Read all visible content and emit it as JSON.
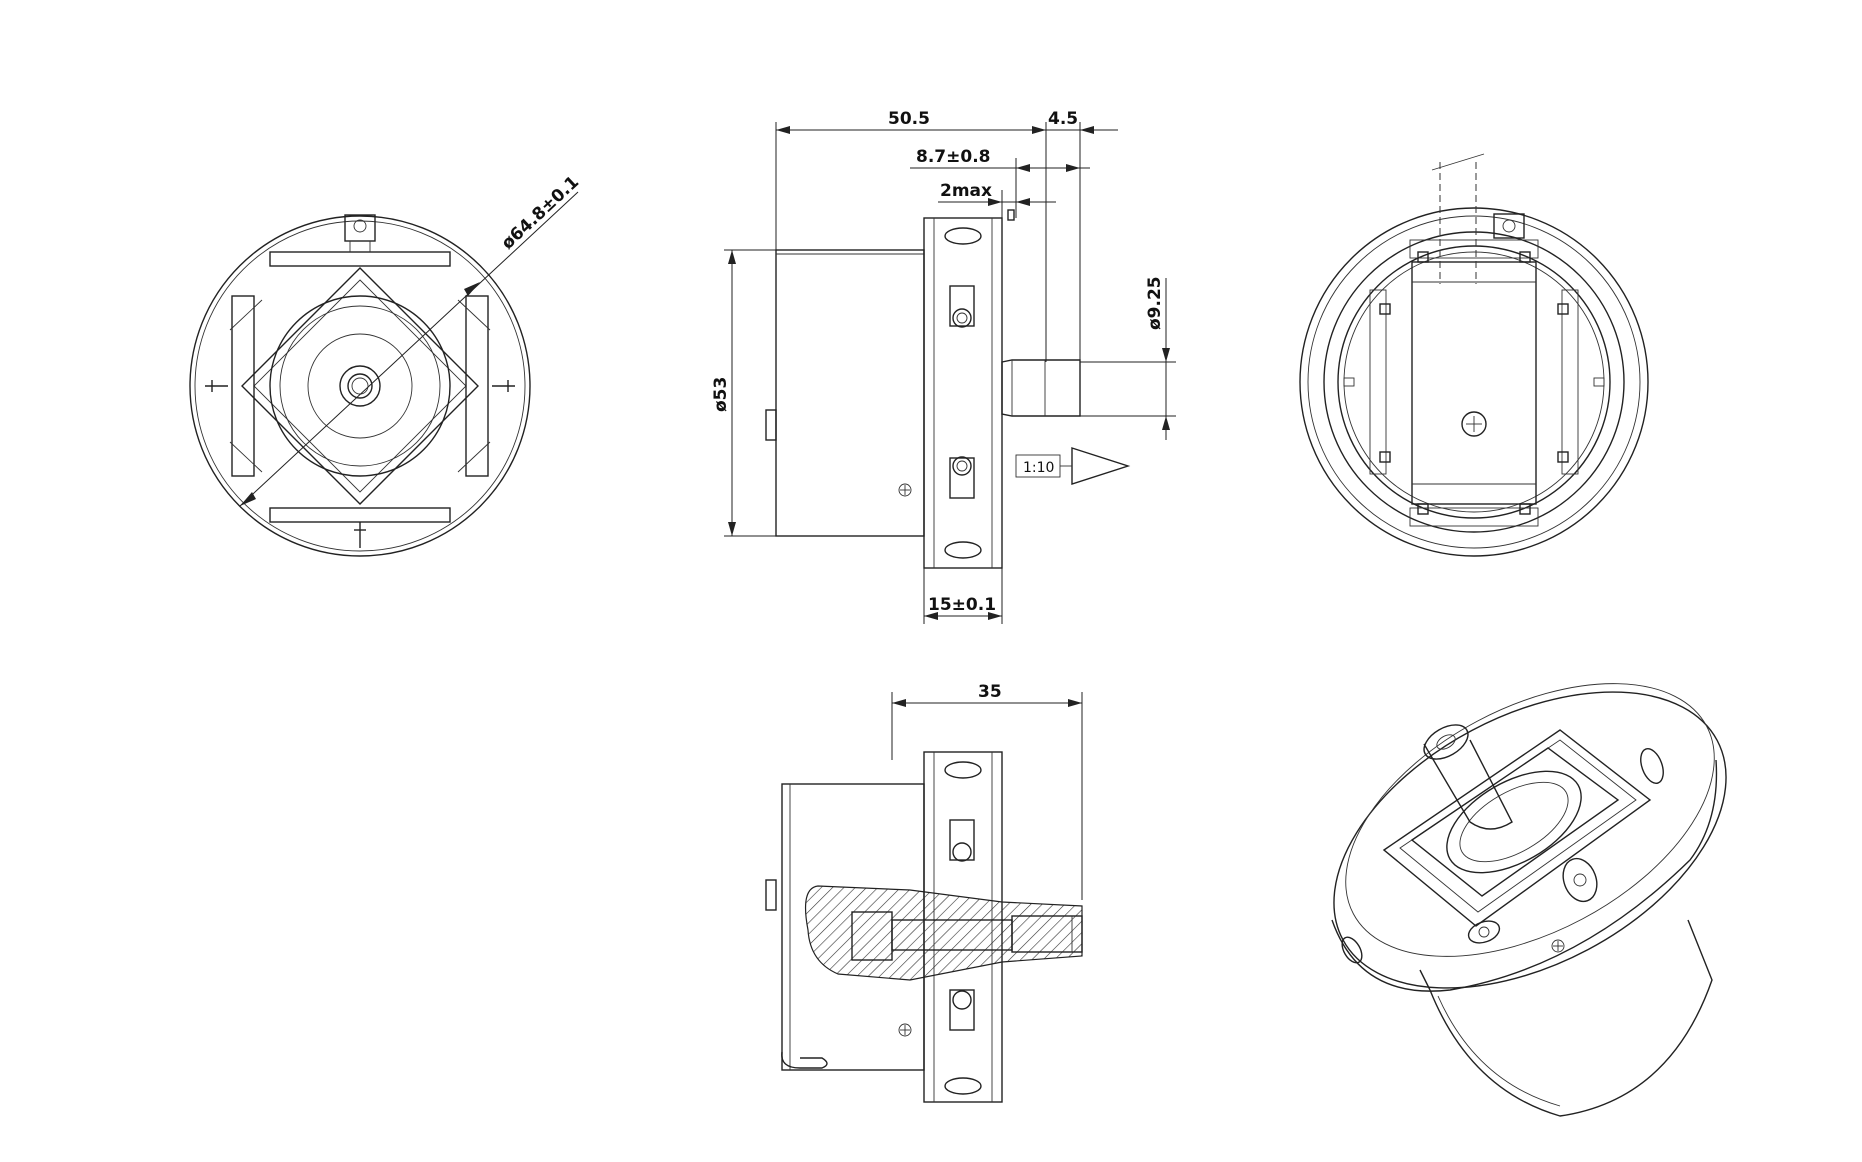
{
  "dimensions": {
    "outer_diameter": "ø64.8±0.1",
    "length_total": "50.5",
    "shaft_offset": "4.5",
    "flange_to_shaft": "8.7±0.8",
    "protrusion": "2max",
    "body_diameter": "ø53",
    "shaft_diameter": "ø9.25",
    "flange_thickness": "15±0.1",
    "section_length": "35"
  },
  "taper_symbol": {
    "ratio": "1:10"
  }
}
